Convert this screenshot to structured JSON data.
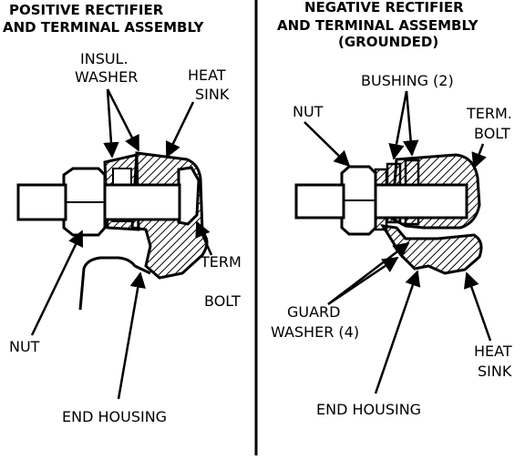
{
  "panels": {
    "left": {
      "title_line1": "POSITIVE RECTIFIER",
      "title_line2": "AND TERMINAL ASSEMBLY",
      "labels": {
        "insul_line1": "INSUL.",
        "insul_line2": "WASHER",
        "heat_line1": "HEAT",
        "heat_line2": "SINK",
        "nut": "NUT",
        "term_line1": "TERM",
        "term_line2": "BOLT",
        "end_housing": "END HOUSING"
      }
    },
    "right": {
      "title_line1": "NEGATIVE RECTIFIER",
      "title_line2": "AND TERMINAL ASSEMBLY",
      "title_line3": "(GROUNDED)",
      "labels": {
        "bushing": "BUSHING (2)",
        "nut": "NUT",
        "term_line1": "TERM.",
        "term_line2": "BOLT",
        "guard_line1": "GUARD",
        "guard_line2": "WASHER (4)",
        "heat_line1": "HEAT",
        "heat_line2": "SINK",
        "end_housing": "END HOUSING"
      }
    }
  }
}
